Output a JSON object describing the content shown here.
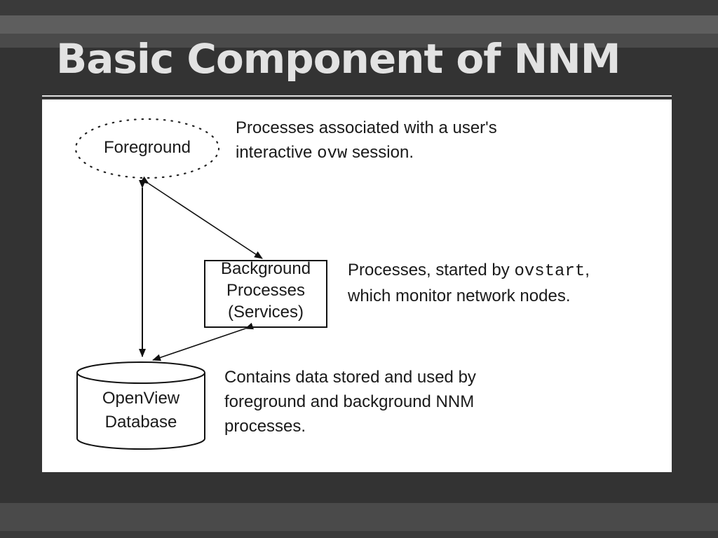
{
  "slide": {
    "title": "Basic Component of NNM"
  },
  "diagram": {
    "foreground": {
      "label": "Foreground",
      "desc_line1": "Processes associated with a user's",
      "desc_line2_pre": "interactive ",
      "desc_line2_code": "ovw",
      "desc_line2_post": " session."
    },
    "background": {
      "label_line1": "Background",
      "label_line2": "Processes",
      "label_line3": "(Services)",
      "desc_line1_pre": "Processes, started by ",
      "desc_line1_code": "ovstart",
      "desc_line1_post": ",",
      "desc_line2": "which monitor network nodes."
    },
    "database": {
      "label_line1": "OpenView",
      "label_line2": "Database",
      "desc_line1": "Contains data stored and used by",
      "desc_line2": "foreground and background NNM",
      "desc_line3": "processes."
    }
  }
}
